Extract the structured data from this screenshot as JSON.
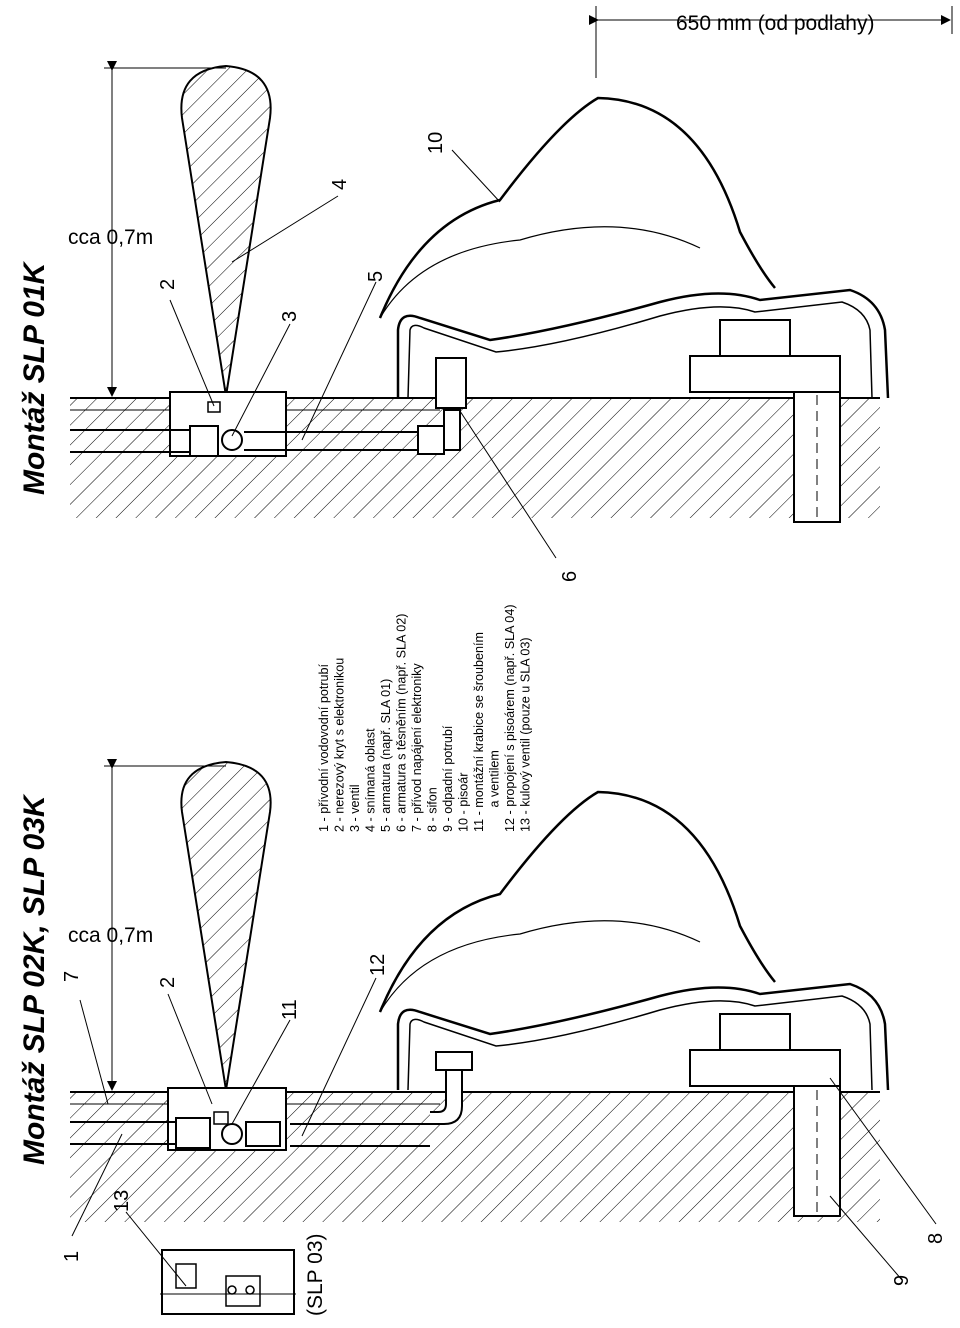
{
  "titles": {
    "top": "Montáž SLP 01K",
    "bottom": "Montáž SLP 02K, SLP 03K"
  },
  "dimensions": {
    "floor_height": "650 mm (od podlahy)",
    "sensing_top": "cca 0,7m",
    "sensing_bottom": "cca 0,7m"
  },
  "variant_label": "(SLP 03)",
  "callouts": {
    "c1": "1",
    "c2a": "2",
    "c2b": "2",
    "c3": "3",
    "c4": "4",
    "c5": "5",
    "c6": "6",
    "c7": "7",
    "c8": "8",
    "c9": "9",
    "c10": "10",
    "c11": "11",
    "c12": "12",
    "c13": "13"
  },
  "legend": [
    "1 - přívodní vodovodní potrubí",
    "2 - nerezový kryt s elektronikou",
    "3 - ventil",
    "4 - snímaná oblast",
    "5 - armatura (např. SLA 01)",
    "6 - armatura s těsněním (např. SLA 02)",
    "7 - přívod napájení elektroniky",
    "8 - sifon",
    "9 - odpadní potrubí",
    "10 - pisoár",
    "11 - montážní krabice se šroubením",
    "       a ventilem",
    "12 - propojení s pisoárem (např. SLA 04)",
    "13 - kulový ventil (pouze u SLA 03)"
  ]
}
